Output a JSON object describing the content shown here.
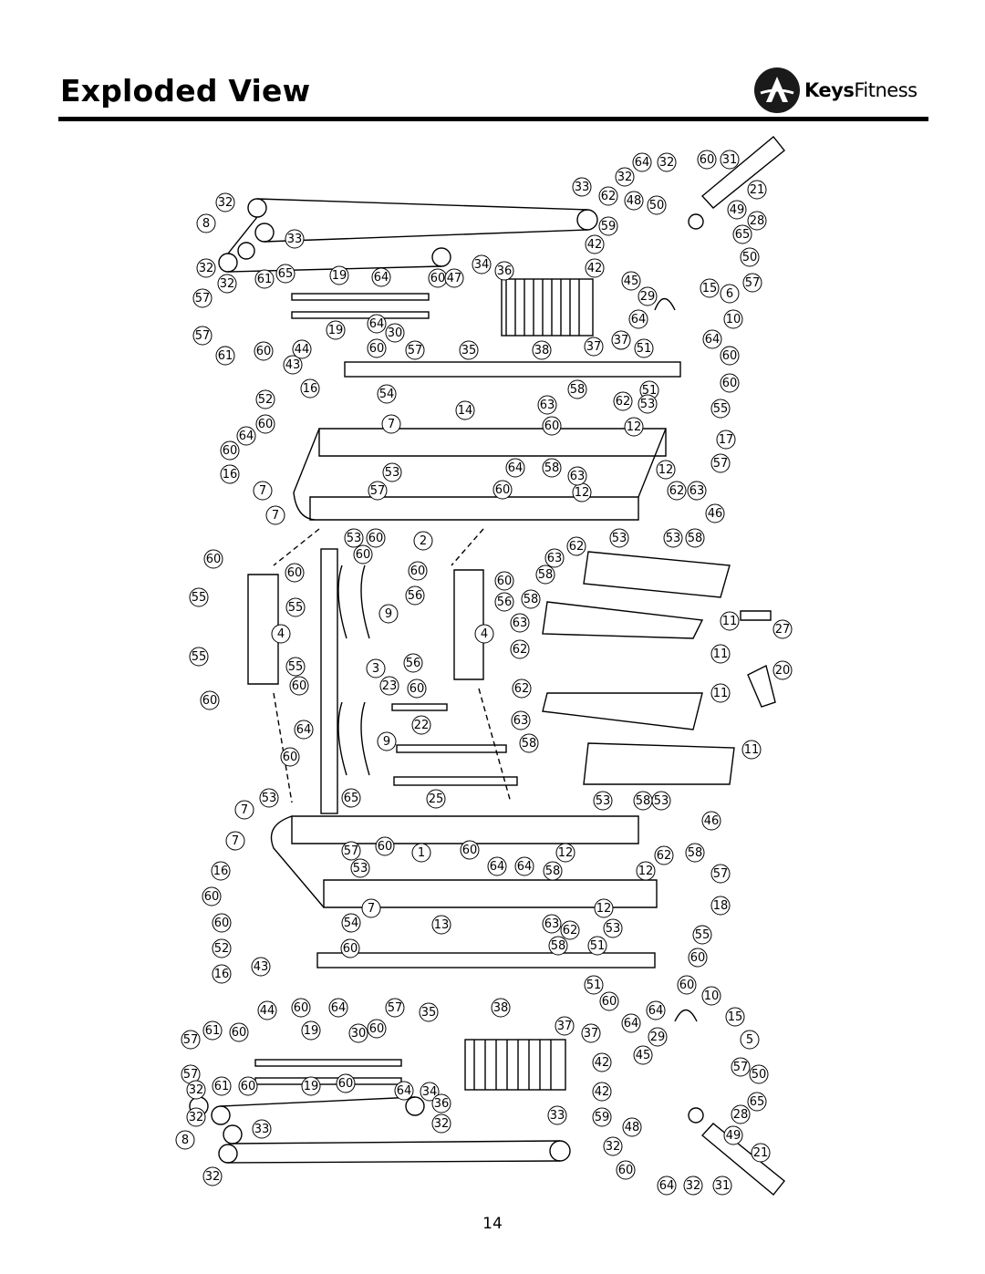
{
  "page": {
    "title": "Exploded View",
    "brand_bold": "Keys",
    "brand_light": "Fitness",
    "page_number": "14"
  },
  "diagram": {
    "part_labels_upper": [
      "32",
      "8",
      "32",
      "57",
      "57",
      "61",
      "60",
      "33",
      "32",
      "61",
      "65",
      "19",
      "64",
      "60",
      "47",
      "34",
      "36",
      "19",
      "64",
      "30",
      "60",
      "57",
      "35",
      "38",
      "37",
      "37",
      "33",
      "32",
      "62",
      "48",
      "50",
      "64",
      "32",
      "60",
      "31",
      "21",
      "49",
      "28",
      "65",
      "50",
      "59",
      "42",
      "42",
      "45",
      "29",
      "64",
      "15",
      "6",
      "57",
      "10",
      "51",
      "64",
      "60",
      "43",
      "44",
      "16",
      "52",
      "54",
      "7",
      "60",
      "64",
      "60",
      "16",
      "7",
      "7",
      "53",
      "57",
      "53",
      "60",
      "14",
      "63",
      "60",
      "58",
      "62",
      "51",
      "53",
      "12",
      "55",
      "60",
      "17",
      "57",
      "12",
      "63",
      "12",
      "58",
      "64",
      "60",
      "63",
      "62",
      "46",
      "53",
      "53",
      "58",
      "2"
    ],
    "part_labels_middle": [
      "60",
      "55",
      "55",
      "60",
      "60",
      "55",
      "4",
      "55",
      "60",
      "9",
      "3",
      "60",
      "56",
      "56",
      "60",
      "4",
      "60",
      "60",
      "56",
      "23",
      "62",
      "63",
      "58",
      "58",
      "62",
      "63",
      "62",
      "58",
      "63",
      "9",
      "22",
      "64",
      "60",
      "65",
      "25",
      "11",
      "27",
      "11",
      "20",
      "11",
      "11"
    ],
    "part_labels_lower": [
      "7",
      "53",
      "7",
      "16",
      "60",
      "60",
      "52",
      "16",
      "43",
      "53",
      "57",
      "60",
      "1",
      "60",
      "64",
      "64",
      "58",
      "12",
      "54",
      "7",
      "60",
      "13",
      "63",
      "62",
      "12",
      "58",
      "51",
      "53",
      "55",
      "60",
      "18",
      "57",
      "58",
      "62",
      "12",
      "46",
      "53",
      "58",
      "53",
      "44",
      "60",
      "64",
      "51",
      "60",
      "64",
      "64",
      "60",
      "10",
      "15",
      "19",
      "30",
      "60",
      "57",
      "35",
      "38",
      "37",
      "37",
      "29",
      "45",
      "42",
      "42",
      "5",
      "57",
      "50",
      "59",
      "48",
      "28",
      "65",
      "49",
      "21",
      "31",
      "32",
      "64",
      "60",
      "32",
      "19",
      "60",
      "64",
      "34",
      "36",
      "32",
      "33",
      "57",
      "57",
      "61",
      "60",
      "61",
      "60",
      "32",
      "32",
      "8",
      "33",
      "32"
    ]
  }
}
